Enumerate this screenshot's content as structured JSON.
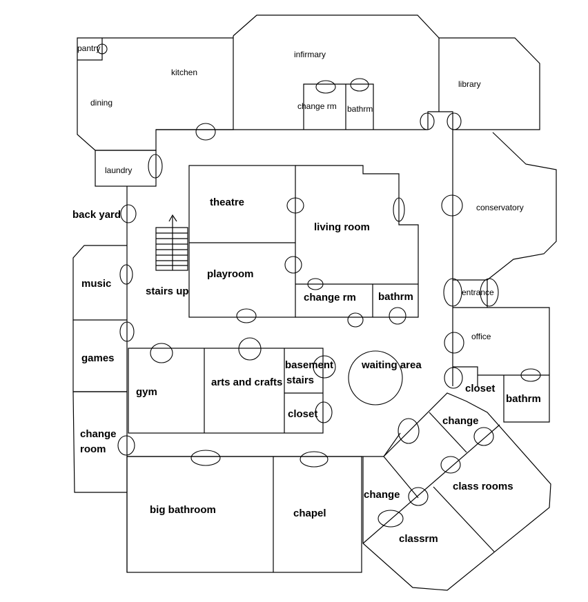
{
  "rooms": {
    "pantry": "pantry",
    "kitchen": "kitchen",
    "dining": "dining",
    "infirmary": "infirmary",
    "change_rm_top": "change rm",
    "bathrm_top": "bathrm",
    "library": "library",
    "laundry": "laundry",
    "back_yard": "back yard",
    "theatre": "theatre",
    "living_room": "living room",
    "conservatory": "conservatory",
    "music": "music",
    "stairs_up": "stairs up",
    "playroom": "playroom",
    "change_rm_mid": "change rm",
    "bathrm_mid": "bathrm",
    "entrance": "entrance",
    "office": "office",
    "games": "games",
    "gym": "gym",
    "arts_and_crafts": "arts and crafts",
    "basement": "basement",
    "stairs": "stairs",
    "closet_left": "closet",
    "waiting_area": "waiting area",
    "closet_right": "closet",
    "bathrm_right": "bathrm",
    "change_room_line1": "change",
    "change_room_line2": "room",
    "change_ne": "change",
    "class_rooms": "class rooms",
    "change_sw": "change",
    "big_bathroom": "big bathroom",
    "chapel": "chapel",
    "classrm": "classrm"
  }
}
